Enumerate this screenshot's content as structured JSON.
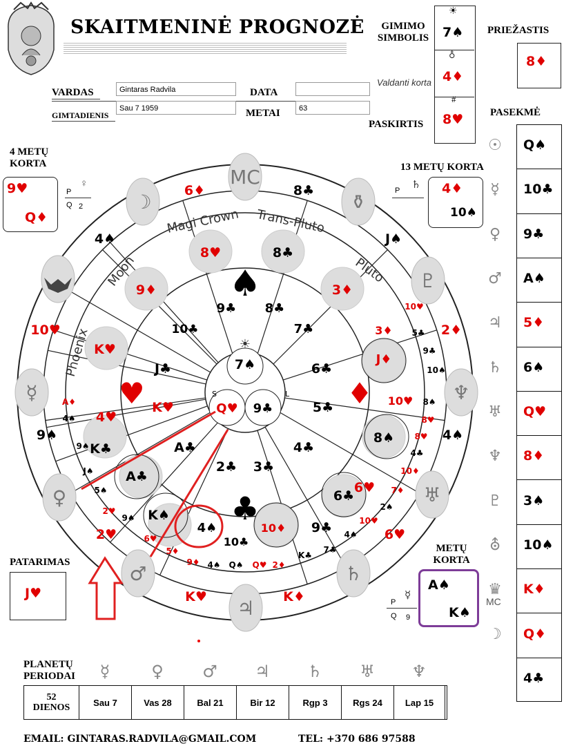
{
  "header": {
    "title": "SKAITMENINĖ PROGNOZĖ",
    "name_label": "VARDAS",
    "name_value": "Gintaras Radvila",
    "date_label": "DATA",
    "date_value": "",
    "birthday_label": "GIMTADIENIS",
    "birthday_value": "Sau 7 1959",
    "years_label": "METAI",
    "years_value": "63"
  },
  "birth_card": {
    "label_line1": "GIMIMO",
    "label_line2": "SIMBOLIS",
    "card": "7♠",
    "ruling_label": "Valdanti korta",
    "ruling_card": "4♦",
    "purpose_label": "PASKIRTIS",
    "purpose_card": "8♥"
  },
  "cause": {
    "label": "PRIEŽASTIS",
    "card": "8♦"
  },
  "result": {
    "label": "PASEKMĖ",
    "items": [
      {
        "symbol": "☉",
        "card": "Q♠",
        "color": "black"
      },
      {
        "symbol": "☿",
        "card": "10♣",
        "color": "black"
      },
      {
        "symbol": "♀",
        "card": "9♣",
        "color": "black"
      },
      {
        "symbol": "♂",
        "card": "A♠",
        "color": "black"
      },
      {
        "symbol": "♃",
        "card": "5♦",
        "color": "red"
      },
      {
        "symbol": "♄",
        "card": "6♠",
        "color": "black"
      },
      {
        "symbol": "♅",
        "card": "Q♥",
        "color": "red"
      },
      {
        "symbol": "♆",
        "card": "8♦",
        "color": "red"
      },
      {
        "symbol": "♇",
        "card": "3♠",
        "color": "black"
      },
      {
        "symbol": "⛢",
        "card": "10♠",
        "color": "black"
      },
      {
        "symbol": "♛",
        "card": "K♦",
        "color": "red"
      },
      {
        "symbol": "☽",
        "card": "Q♦",
        "color": "red"
      },
      {
        "symbol": "",
        "card": "4♣",
        "color": "black"
      }
    ],
    "mc_label": "MC"
  },
  "four_year": {
    "label_line1": "4 METŲ",
    "label_line2": "KORTA",
    "card_top": "9♥",
    "card_bottom": "Q♦",
    "p_label": "P",
    "q_label": "Q",
    "q_value": "2"
  },
  "thirteen_year": {
    "label": "13 METŲ KORTA",
    "card_top": "4♦",
    "card_bottom": "10♠",
    "p_label": "P"
  },
  "advice": {
    "label": "PATARIMAS",
    "card": "J♥"
  },
  "year_card": {
    "label_line1": "METŲ",
    "label_line2": "KORTA",
    "card_top": "A♠",
    "card_bottom": "K♠",
    "p_label": "P",
    "q_label": "Q",
    "q_value": "9"
  },
  "wheel": {
    "labels": [
      "Magi Crown",
      "Trans-Pluto",
      "Pluto",
      "Moon",
      "Phoenix"
    ],
    "mc": "MC",
    "s_label": "S",
    "l_label": "L"
  },
  "periods": {
    "label_line1": "PLANETŲ",
    "label_line2": "PERIODAI",
    "days_value": "52",
    "days_label": "DIENOS",
    "cells": [
      "Sau 7",
      "Vas 28",
      "Bal 21",
      "Bir 12",
      "Rgp 3",
      "Rgs 24",
      "Lap 15"
    ],
    "symbols": [
      "☿",
      "♀",
      "♂",
      "♃",
      "♄",
      "♅",
      "♆"
    ]
  },
  "footer": {
    "email": "EMAIL: GINTARAS.RADVILA@GMAIL.COM",
    "tel": "TEL: +370 686 97588"
  }
}
